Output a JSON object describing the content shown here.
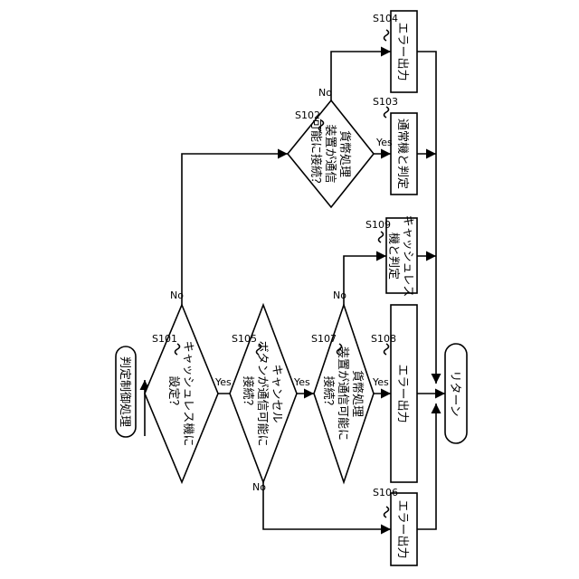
{
  "nodes": {
    "start": {
      "lines": [
        "判定制御処理"
      ]
    },
    "s101": {
      "step": "S101",
      "lines": [
        "キャッシュレス機に",
        "設定？"
      ]
    },
    "s102": {
      "step": "S102",
      "lines": [
        "貨幣処理",
        "装置が通信",
        "可能に接続？"
      ]
    },
    "s103": {
      "step": "S103",
      "lines": [
        "通常機と判定"
      ]
    },
    "s104": {
      "step": "S104",
      "lines": [
        "エラー出力"
      ]
    },
    "s105": {
      "step": "S105",
      "lines": [
        "キャンセル",
        "ボタンが通信可能に",
        "接続？"
      ]
    },
    "s106": {
      "step": "S106",
      "lines": [
        "エラー出力"
      ]
    },
    "s107": {
      "step": "S107",
      "lines": [
        "貨幣処理",
        "装置が通信可能に",
        "接続？"
      ]
    },
    "s108": {
      "step": "S108",
      "lines": [
        "エラー出力"
      ]
    },
    "s109": {
      "step": "S109",
      "lines": [
        "キャッシュレス",
        "機と判定"
      ]
    },
    "end": {
      "lines": [
        "リターン"
      ]
    }
  },
  "branches": {
    "s101_no": "No",
    "s101_yes": "Yes",
    "s102_no": "No",
    "s102_yes": "Yes",
    "s105_no": "No",
    "s105_yes": "Yes",
    "s107_no": "No",
    "s107_yes": "Yes"
  }
}
